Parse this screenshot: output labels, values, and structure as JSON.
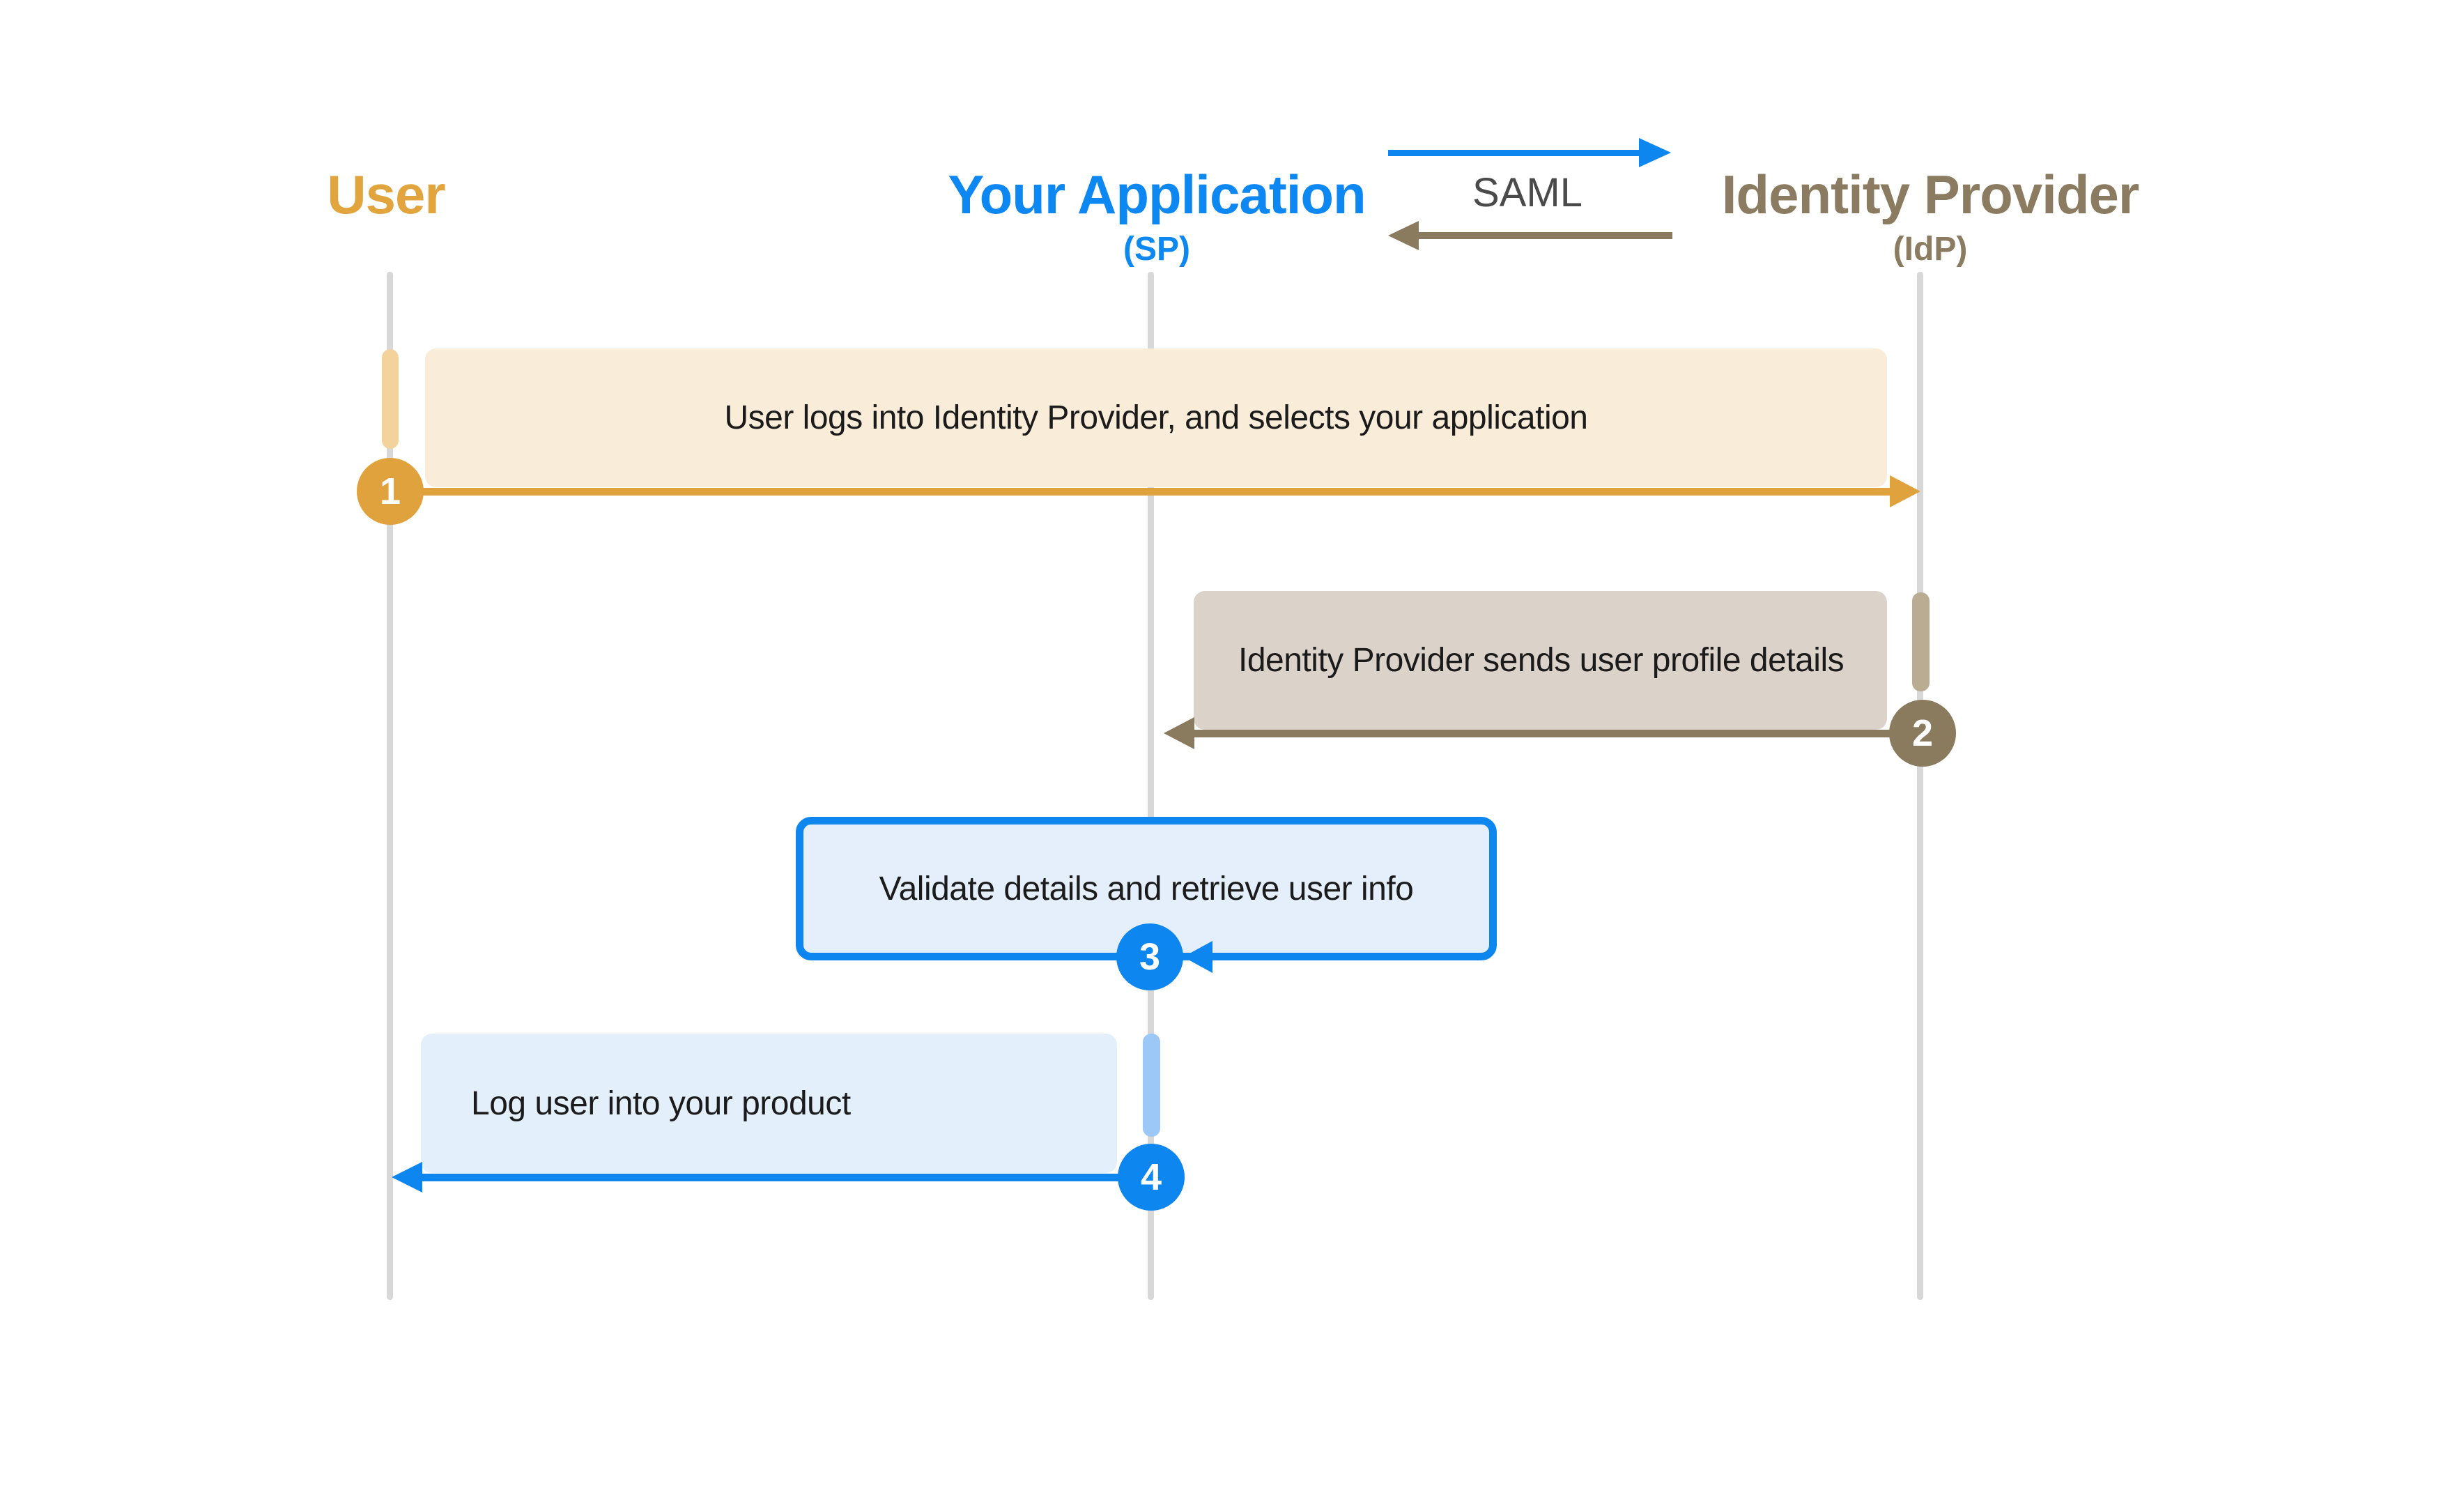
{
  "actors": [
    {
      "id": "user",
      "label": "User",
      "sublabel": "",
      "color": "#E2A53E"
    },
    {
      "id": "your-application",
      "label": "Your Application",
      "sublabel": "(SP)",
      "color": "#0D87F2"
    },
    {
      "id": "identity-provider",
      "label": "Identity Provider",
      "sublabel": "(IdP)",
      "color": "#8B7B60"
    }
  ],
  "legend": {
    "label": "SAML",
    "request_arrow_color": "#0D86F0",
    "response_arrow_color": "#8A7A5E",
    "label_color": "#4A4A4A"
  },
  "steps": [
    {
      "number": "1",
      "label": "User logs into Identity Provider, and selects your application",
      "from": "User",
      "to": "Identity Provider",
      "color": "#E0A23C",
      "box_fill": "#F9ECD9",
      "activation_fill": "#F3D29C"
    },
    {
      "number": "2",
      "label": "Identity Provider sends user profile details",
      "from": "Identity Provider",
      "to": "Your Application",
      "color": "#8A7A5E",
      "box_fill": "#DBD2CA",
      "activation_fill": "#B9AC92"
    },
    {
      "number": "3",
      "label": "Validate details and retrieve user info",
      "from": "Your Application",
      "to": "Your Application",
      "color": "#0D86F0",
      "box_fill": "#E4EFFB",
      "box_border": "#0D86F0"
    },
    {
      "number": "4",
      "label": "Log user into your product",
      "from": "Your Application",
      "to": "User",
      "color": "#0D86F0",
      "box_fill": "#E4EFFC",
      "activation_fill": "#9CC8F8"
    }
  ],
  "colors": {
    "lifeline": "#D8D8D8",
    "background": "#FFFFFF",
    "box_text": "#1B1B1B"
  }
}
